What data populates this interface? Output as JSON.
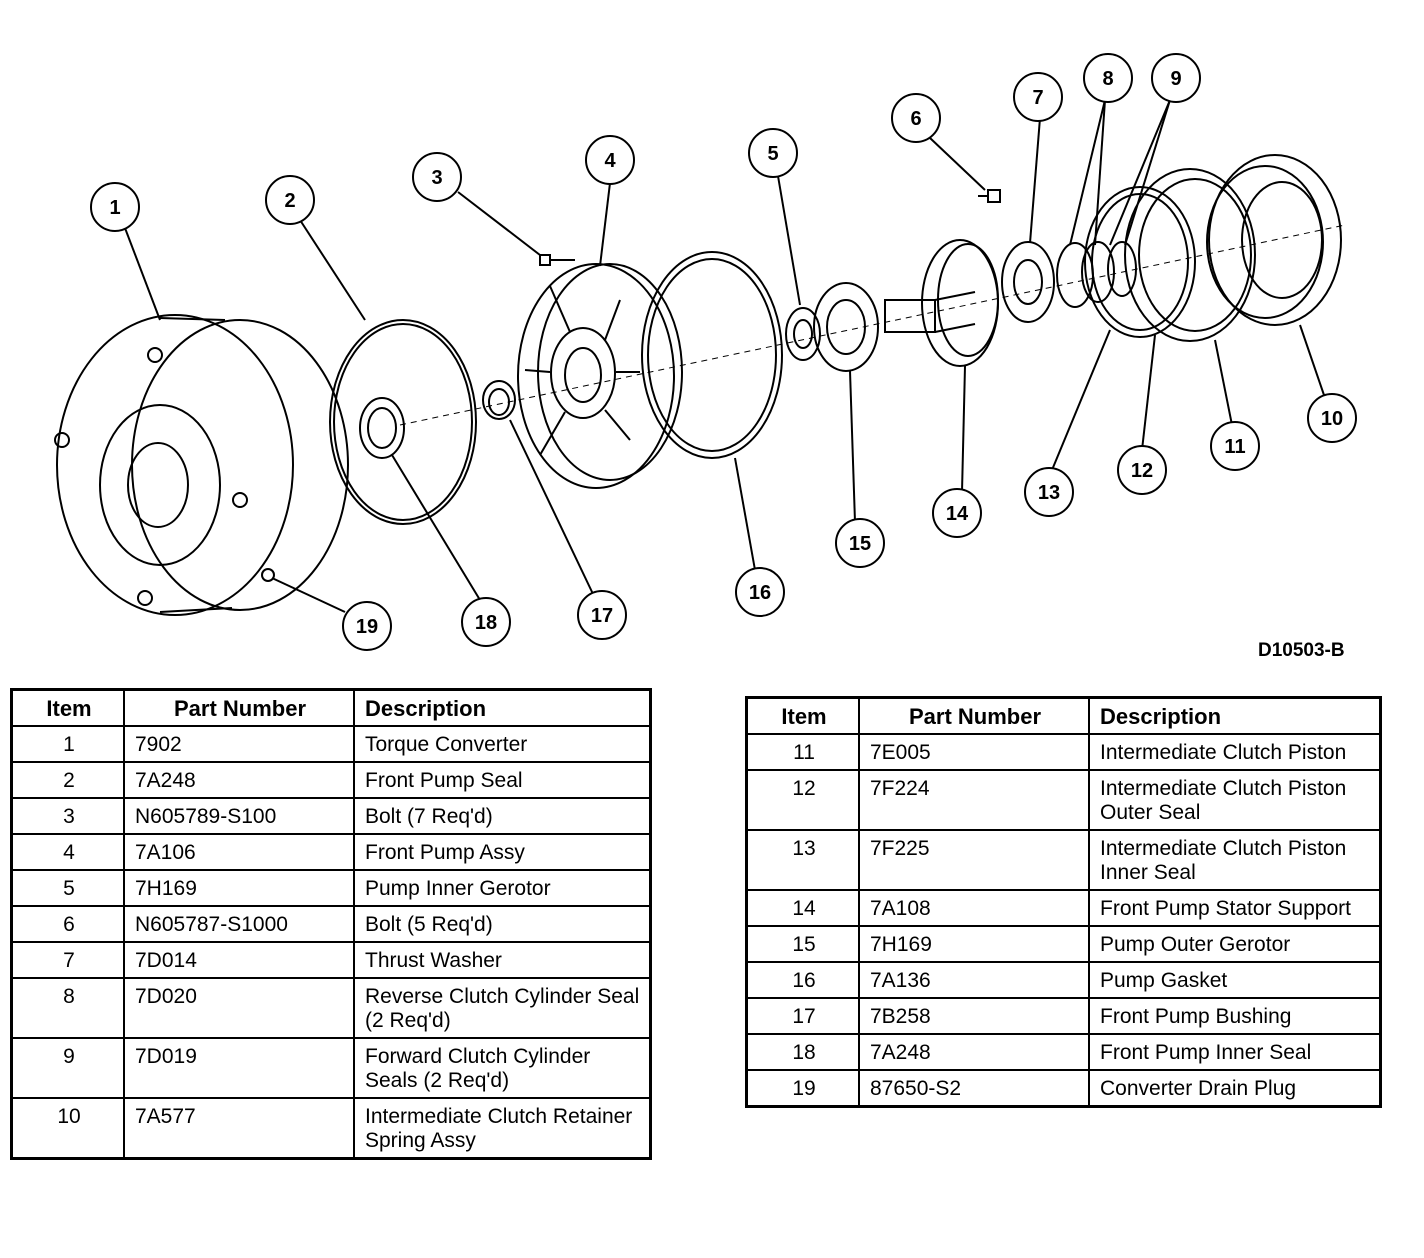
{
  "diagram": {
    "code": "D10503-B",
    "callouts": [
      "1",
      "2",
      "3",
      "4",
      "5",
      "6",
      "7",
      "8",
      "9",
      "10",
      "11",
      "12",
      "13",
      "14",
      "15",
      "16",
      "17",
      "18",
      "19"
    ]
  },
  "table_headers": {
    "item": "Item",
    "part_number": "Part Number",
    "description": "Description"
  },
  "parts_left": [
    {
      "item": "1",
      "part": "7902",
      "desc": "Torque Converter"
    },
    {
      "item": "2",
      "part": "7A248",
      "desc": "Front Pump Seal"
    },
    {
      "item": "3",
      "part": "N605789-S100",
      "desc": "Bolt (7 Req'd)"
    },
    {
      "item": "4",
      "part": "7A106",
      "desc": "Front Pump Assy"
    },
    {
      "item": "5",
      "part": "7H169",
      "desc": "Pump Inner Gerotor"
    },
    {
      "item": "6",
      "part": "N605787-S1000",
      "desc": "Bolt (5 Req'd)"
    },
    {
      "item": "7",
      "part": "7D014",
      "desc": "Thrust Washer"
    },
    {
      "item": "8",
      "part": "7D020",
      "desc": "Reverse Clutch Cylinder Seal (2 Req'd)"
    },
    {
      "item": "9",
      "part": "7D019",
      "desc": "Forward Clutch Cylinder Seals (2 Req'd)"
    },
    {
      "item": "10",
      "part": "7A577",
      "desc": "Intermediate Clutch Retainer Spring Assy"
    }
  ],
  "parts_right": [
    {
      "item": "11",
      "part": "7E005",
      "desc": "Intermediate Clutch Piston"
    },
    {
      "item": "12",
      "part": "7F224",
      "desc": "Intermediate Clutch Piston Outer Seal"
    },
    {
      "item": "13",
      "part": "7F225",
      "desc": "Intermediate Clutch Piston Inner Seal"
    },
    {
      "item": "14",
      "part": "7A108",
      "desc": "Front Pump Stator Support"
    },
    {
      "item": "15",
      "part": "7H169",
      "desc": "Pump Outer Gerotor"
    },
    {
      "item": "16",
      "part": "7A136",
      "desc": "Pump Gasket"
    },
    {
      "item": "17",
      "part": "7B258",
      "desc": "Front Pump Bushing"
    },
    {
      "item": "18",
      "part": "7A248",
      "desc": "Front Pump Inner Seal"
    },
    {
      "item": "19",
      "part": "87650-S2",
      "desc": "Converter Drain Plug"
    }
  ]
}
